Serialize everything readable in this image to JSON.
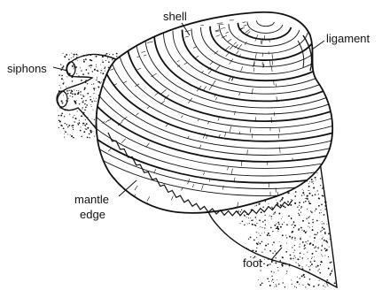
{
  "labels": {
    "shell": "shell",
    "ligament": "ligament",
    "siphons": "siphons",
    "mantle_line1": "mantle",
    "mantle_line2": "edge",
    "foot": "foot"
  },
  "colors": {
    "ink": "#111111",
    "background": "#ffffff"
  }
}
